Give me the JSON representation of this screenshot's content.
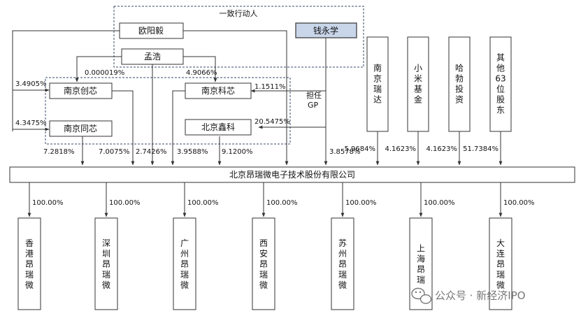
{
  "group_label": "一致行动人",
  "gp_label": [
    "担任",
    "GP"
  ],
  "persons": {
    "ouyang": "欧阳毅",
    "menghao": "孟浩",
    "qian": "钱永学"
  },
  "holdcos": {
    "nj_chuangxin": "南京创芯",
    "nj_kexin": "南京科芯",
    "nj_tongxin": "南京同芯",
    "bj_xinke": "北京鑫科"
  },
  "outside_holders": [
    {
      "name": "南京瑞达",
      "pct": "5.9684%"
    },
    {
      "name": "小米基金",
      "pct": "4.1623%"
    },
    {
      "name": "哈勃投资",
      "pct": "4.1623%"
    },
    {
      "name": "其他63位股东",
      "pct": "51.7384%"
    }
  ],
  "company": "北京昂瑞微电子技术股份有限公司",
  "edges": {
    "menghao_chuangxin": "0.000019%",
    "menghao_kexin": "4.9066%",
    "ouyang_chuangxin": "3.4905%",
    "ouyang_tongxin": "4.3475%",
    "qian_kexin": "1.1511%",
    "qian_xinke": "20.5475%",
    "tongxin_co": "7.2818%",
    "chuangxin_co": "7.0075%",
    "menghao_co": "2.7426%",
    "kexin_co": "3.9588%",
    "xinke_co": "9.1200%",
    "qian_co": "3.8578%"
  },
  "subsidiaries": [
    {
      "name": "香港昂瑞微",
      "pct": "100.00%"
    },
    {
      "name": "深圳昂瑞微",
      "pct": "100.00%"
    },
    {
      "name": "广州昂瑞微",
      "pct": "100.00%"
    },
    {
      "name": "西安昂瑞微",
      "pct": "100.00%"
    },
    {
      "name": "苏州昂瑞微",
      "pct": "100.00%"
    },
    {
      "name": "上海昂瑞",
      "pct": "100.00%"
    },
    {
      "name": "大连昂瑞微",
      "pct": "100.00%"
    }
  ],
  "watermark": "公众号 · 新经济IPO",
  "colors": {
    "highlight_box": "#c9d6ea",
    "dashed_border": "#3a4a6a"
  }
}
